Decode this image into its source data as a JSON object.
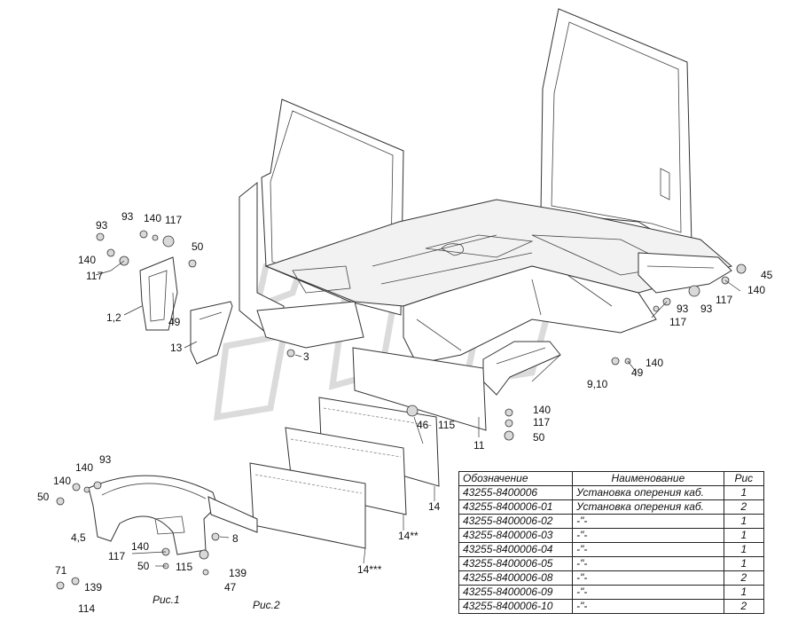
{
  "callouts": {
    "n93a": "93",
    "n93b": "93",
    "n140a": "140",
    "n117a": "117",
    "n140b": "140",
    "n50a": "50",
    "n117b": "117",
    "n12": "1,2",
    "n49a": "49",
    "n13": "13",
    "n3": "3",
    "n45": "45",
    "n140c": "140",
    "n93c": "93",
    "n117c": "117",
    "n93d": "93",
    "n117d": "117",
    "n140d": "140",
    "n49b": "49",
    "n910": "9,10",
    "n140e": "140",
    "n117e": "117",
    "n50b": "50",
    "n46": "46",
    "n115a": "115",
    "n11": "11",
    "n14": "14",
    "n14s2": "14**",
    "n14s3": "14***",
    "n140f": "140",
    "n93e": "93",
    "n140g": "140",
    "n50c": "50",
    "n45b": "4,5",
    "n140h": "140",
    "n117f": "117",
    "n50d": "50",
    "n8": "8",
    "n115b": "115",
    "n139a": "139",
    "n47": "47",
    "n71": "71",
    "n139b": "139",
    "n114": "114",
    "fig1": "Рис.1",
    "fig2": "Рис.2"
  },
  "table": {
    "headers": {
      "code": "Обозначение",
      "name": "Наименование",
      "fig": "Рис"
    },
    "rows": [
      {
        "code": "43255-8400006",
        "name": "Установка оперения каб.",
        "fig": "1"
      },
      {
        "code": "43255-8400006-01",
        "name": "Установка оперения каб.",
        "fig": "2"
      },
      {
        "code": "43255-8400006-02",
        "name": "-\"-",
        "fig": "1"
      },
      {
        "code": "43255-8400006-03",
        "name": "-\"-",
        "fig": "1"
      },
      {
        "code": "43255-8400006-04",
        "name": "-\"-",
        "fig": "1"
      },
      {
        "code": "43255-8400006-05",
        "name": "-\"-",
        "fig": "1"
      },
      {
        "code": "43255-8400006-08",
        "name": "-\"-",
        "fig": "2"
      },
      {
        "code": "43255-8400006-09",
        "name": "-\"-",
        "fig": "1"
      },
      {
        "code": "43255-8400006-10",
        "name": "-\"-",
        "fig": "2"
      }
    ]
  },
  "colors": {
    "line": "#333333",
    "watermark": "#bdbdbd",
    "background": "#ffffff"
  }
}
